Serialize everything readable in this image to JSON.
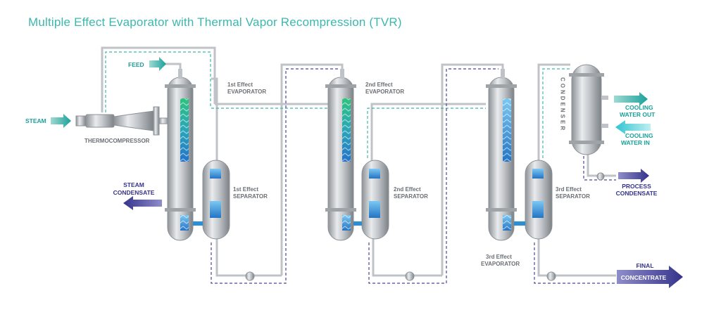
{
  "title": "Multiple Effect Evaporator with Thermal Vapor Recompression (TVR)",
  "labels": {
    "feed": "FEED",
    "steam": "STEAM",
    "thermocompressor": "THERMOCOMPRESSOR",
    "steam_condensate": [
      "STEAM",
      "CONDENSATE"
    ],
    "evaporator1": [
      "1st Effect",
      "EVAPORATOR"
    ],
    "evaporator2": [
      "2nd Effect",
      "EVAPORATOR"
    ],
    "evaporator3": [
      "3rd Effect",
      "EVAPORATOR"
    ],
    "separator1": [
      "1st Effect",
      "SEPARATOR"
    ],
    "separator2": [
      "2nd Effect",
      "SEPARATOR"
    ],
    "separator3": [
      "3rd Effect",
      "SEPARATOR"
    ],
    "condenser": "CONDENSER",
    "cooling_water_out": [
      "COOLING",
      "WATER OUT"
    ],
    "cooling_water_in": [
      "COOLING",
      "WATER IN"
    ],
    "process_condensate": [
      "PROCESS",
      "CONDENSATE"
    ],
    "final_concentrate": [
      "FINAL",
      "CONCENTRATE"
    ]
  },
  "colors": {
    "title": "#3bb8ad",
    "teal_arrow": "#1aa19a",
    "navy_arrow": "#35338a",
    "vapor_dash": "#3bb8ad",
    "liquid_dash": "#4a45a0",
    "vessel_steel": "#b9bdc2",
    "fluid_blue": "#2b8fd6",
    "fluid_green": "#2ec27e",
    "pipe": "#bfc3c7",
    "label_grey": "#6b6f73"
  }
}
